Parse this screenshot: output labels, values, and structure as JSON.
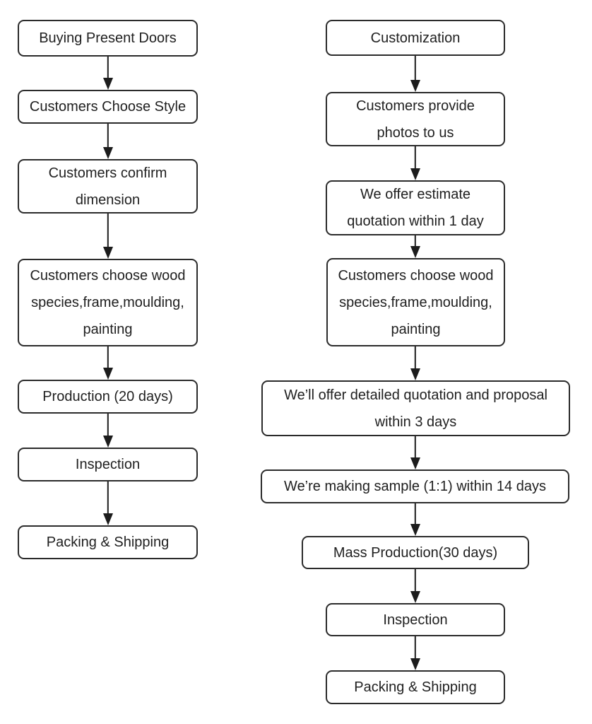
{
  "diagram": {
    "type": "flowchart",
    "colors": {
      "box_border": "#2b2b2b",
      "box_fill": "#ffffff",
      "text": "#1f1f1f",
      "arrow": "#1c1c1c",
      "background": "#ffffff"
    },
    "columns": [
      {
        "id": "buying-present-doors-flow",
        "steps": [
          {
            "label": "Buying Present Doors"
          },
          {
            "label": "Customers Choose Style"
          },
          {
            "label": "Customers confirm\ndimension"
          },
          {
            "label": "Customers choose wood\nspecies,frame,moulding,\npainting"
          },
          {
            "label": "Production (20 days)"
          },
          {
            "label": "Inspection"
          },
          {
            "label": "Packing & Shipping"
          }
        ]
      },
      {
        "id": "customization-flow",
        "steps": [
          {
            "label": "Customization"
          },
          {
            "label": "Customers provide\nphotos to us"
          },
          {
            "label": "We offer estimate\nquotation within 1 day"
          },
          {
            "label": "Customers choose wood\nspecies,frame,moulding,\npainting"
          },
          {
            "label": "We’ll offer detailed quotation and proposal\nwithin 3 days"
          },
          {
            "label": "We’re making sample (1:1) within 14 days"
          },
          {
            "label": "Mass Production(30 days)"
          },
          {
            "label": "Inspection"
          },
          {
            "label": "Packing & Shipping"
          }
        ]
      }
    ]
  }
}
